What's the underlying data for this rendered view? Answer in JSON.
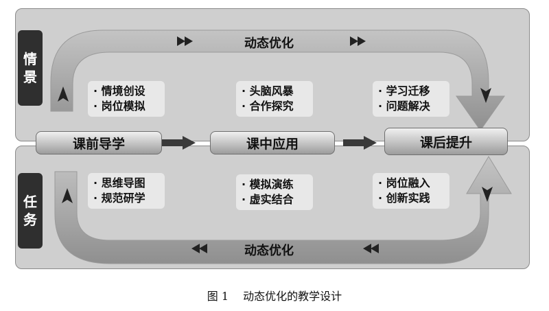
{
  "side_labels": {
    "top": [
      "情",
      "景"
    ],
    "bottom": [
      "任",
      "务"
    ]
  },
  "top_band": {
    "title": "动态优化"
  },
  "bottom_band": {
    "title": "动态优化"
  },
  "stages": [
    "课前导学",
    "课中应用",
    "课后提升"
  ],
  "top_items": [
    [
      "情境创设",
      "岗位模拟"
    ],
    [
      "头脑风暴",
      "合作探究"
    ],
    [
      "学习迁移",
      "问题解决"
    ]
  ],
  "bottom_items": [
    [
      "思维导图",
      "规范研学"
    ],
    [
      "模拟演练",
      "虚实结合"
    ],
    [
      "岗位融入",
      "创新实践"
    ]
  ],
  "caption": {
    "number": "图 1",
    "text": "动态优化的教学设计"
  },
  "colors": {
    "panel": "#cfcfcf",
    "band": "#a8a8a8",
    "label": "#2f2f2f"
  }
}
